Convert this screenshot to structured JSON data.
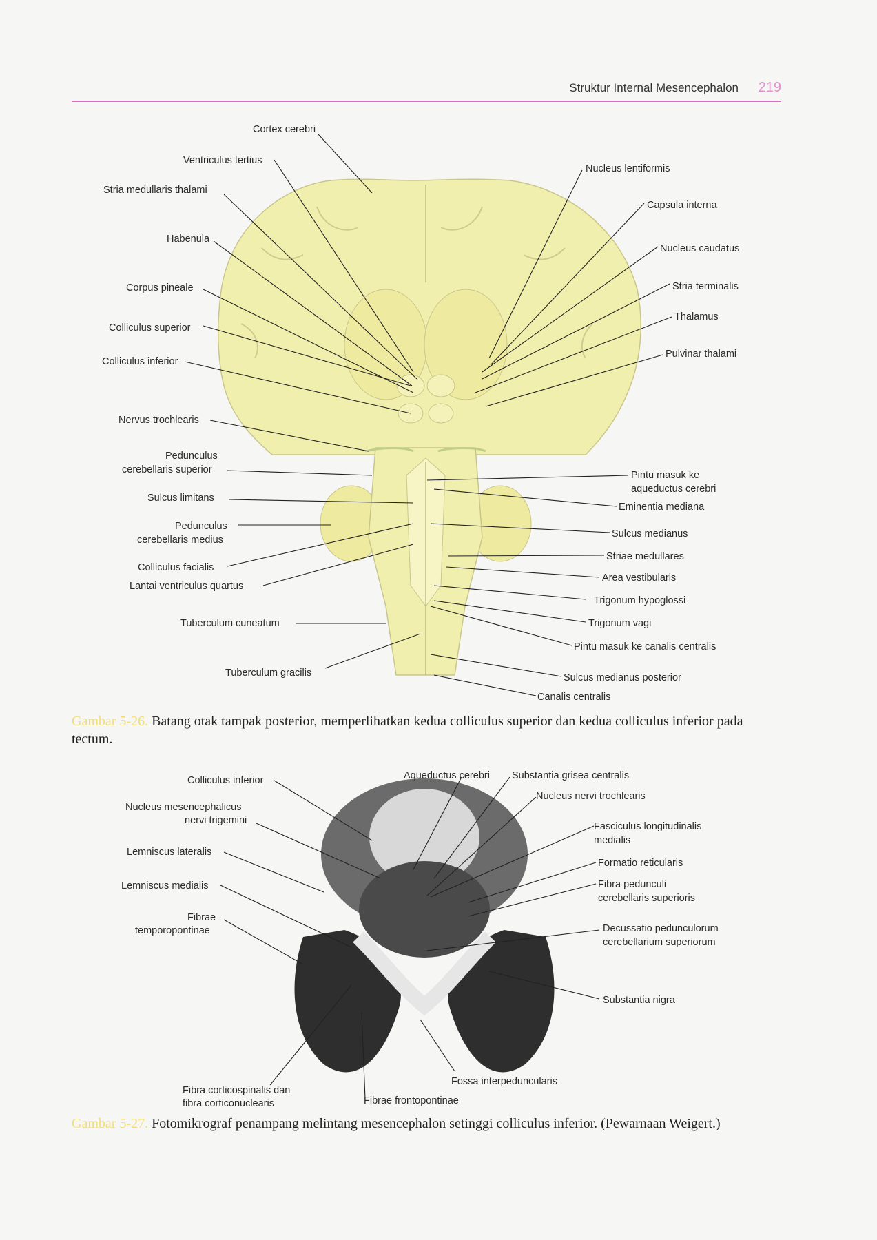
{
  "header": {
    "title": "Struktur Internal Mesencephalon",
    "page_number": "219"
  },
  "figure1": {
    "labels_left": {
      "cortex_cerebri": "Cortex cerebri",
      "ventriculus_tertius": "Ventriculus tertius",
      "stria_medullaris": "Stria medullaris thalami",
      "habenula": "Habenula",
      "corpus_pineale": "Corpus pineale",
      "colliculus_superior": "Colliculus superior",
      "colliculus_inferior": "Colliculus inferior",
      "nervus_trochlearis": "Nervus trochlearis",
      "ped_sup_1": "Pedunculus",
      "ped_sup_2": "cerebellaris superior",
      "sulcus_limitans": "Sulcus limitans",
      "ped_med_1": "Pedunculus",
      "ped_med_2": "cerebellaris medius",
      "colliculus_facialis": "Colliculus facialis",
      "lantai": "Lantai ventriculus quartus",
      "tuberculum_cuneatum": "Tuberculum cuneatum",
      "tuberculum_gracilis": "Tuberculum gracilis"
    },
    "labels_right": {
      "nucleus_lentiformis": "Nucleus lentiformis",
      "capsula_interna": "Capsula interna",
      "nucleus_caudatus": "Nucleus caudatus",
      "stria_terminalis": "Stria terminalis",
      "thalamus": "Thalamus",
      "pulvinar": "Pulvinar thalami",
      "pintu_1": "Pintu masuk ke",
      "pintu_2": "aqueductus cerebri",
      "eminentia": "Eminentia mediana",
      "sulcus_medianus": "Sulcus medianus",
      "striae_medullares": "Striae medullares",
      "area_vestibularis": "Area vestibularis",
      "trigonum_hypoglossi": "Trigonum hypoglossi",
      "trigonum_vagi": "Trigonum vagi",
      "pintu_canalis": "Pintu masuk ke canalis centralis",
      "sulcus_med_post": "Sulcus medianus posterior",
      "canalis_centralis": "Canalis centralis"
    },
    "caption_number": "Gambar 5-26.",
    "caption_text": "Batang otak tampak posterior, memperlihatkan kedua colliculus superior dan kedua colliculus inferior pada tectum."
  },
  "figure2": {
    "labels_left": {
      "colliculus_inferior": "Colliculus inferior",
      "nucleus_mes_1": "Nucleus mesencephalicus",
      "nucleus_mes_2": "nervi trigemini",
      "lemniscus_lateralis": "Lemniscus lateralis",
      "lemniscus_medialis": "Lemniscus medialis",
      "fibrae_tp_1": "Fibrae",
      "fibrae_tp_2": "temporopontinae",
      "fibra_cs_1": "Fibra corticospinalis dan",
      "fibra_cs_2": "fibra corticonuclearis"
    },
    "labels_right": {
      "aqueductus": "Aqueductus cerebri",
      "substantia_grisea": "Substantia grisea centralis",
      "nucleus_trochlearis": "Nucleus nervi trochlearis",
      "fasciculus_1": "Fasciculus longitudinalis",
      "fasciculus_2": "medialis",
      "formatio": "Formatio reticularis",
      "fibra_ped_1": "Fibra pedunculi",
      "fibra_ped_2": "cerebellaris superioris",
      "decussatio_1": "Decussatio pedunculorum",
      "decussatio_2": "cerebellarium superiorum",
      "substantia_nigra": "Substantia nigra",
      "fossa": "Fossa interpeduncularis",
      "fibrae_fp": "Fibrae frontopontinae"
    },
    "caption_number": "Gambar 5-27.",
    "caption_text": "Fotomikrograf penampang melintang mesencephalon setinggi colliculus inferior. (Pewarnaan Weigert.)"
  },
  "colors": {
    "header_rule": "#d86fbf",
    "page_number": "#e58fcf",
    "brain_fill": "#f1efad",
    "caption_number": "#f1de7a"
  }
}
